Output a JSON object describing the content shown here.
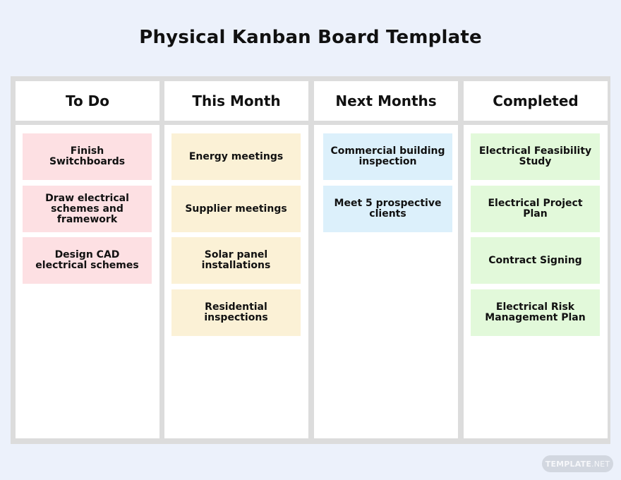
{
  "title": "Physical Kanban Board Template",
  "colors": {
    "background": "#ecf1fb",
    "board_frame": "#dcdcdc",
    "todo_card": "#fde0e3",
    "this_month_card": "#fbf1d6",
    "next_months_card": "#dcf0fb",
    "completed_card": "#e2f9da"
  },
  "columns": [
    {
      "label": "To Do",
      "cards": [
        "Finish\nSwitchboards",
        "Draw electrical\nschemes and\nframework",
        "Design CAD\nelectrical schemes"
      ]
    },
    {
      "label": "This Month",
      "cards": [
        "Energy meetings",
        "Supplier meetings",
        "Solar panel\ninstallations",
        "Residential\ninspections"
      ]
    },
    {
      "label": "Next Months",
      "cards": [
        "Commercial building\ninspection",
        "Meet 5 prospective\nclients"
      ]
    },
    {
      "label": "Completed",
      "cards": [
        "Electrical Feasibility\nStudy",
        "Electrical Project\nPlan",
        "Contract Signing",
        "Electrical Risk\nManagement Plan"
      ]
    }
  ],
  "watermark": {
    "brand": "TEMPLATE",
    "suffix": ".NET"
  }
}
